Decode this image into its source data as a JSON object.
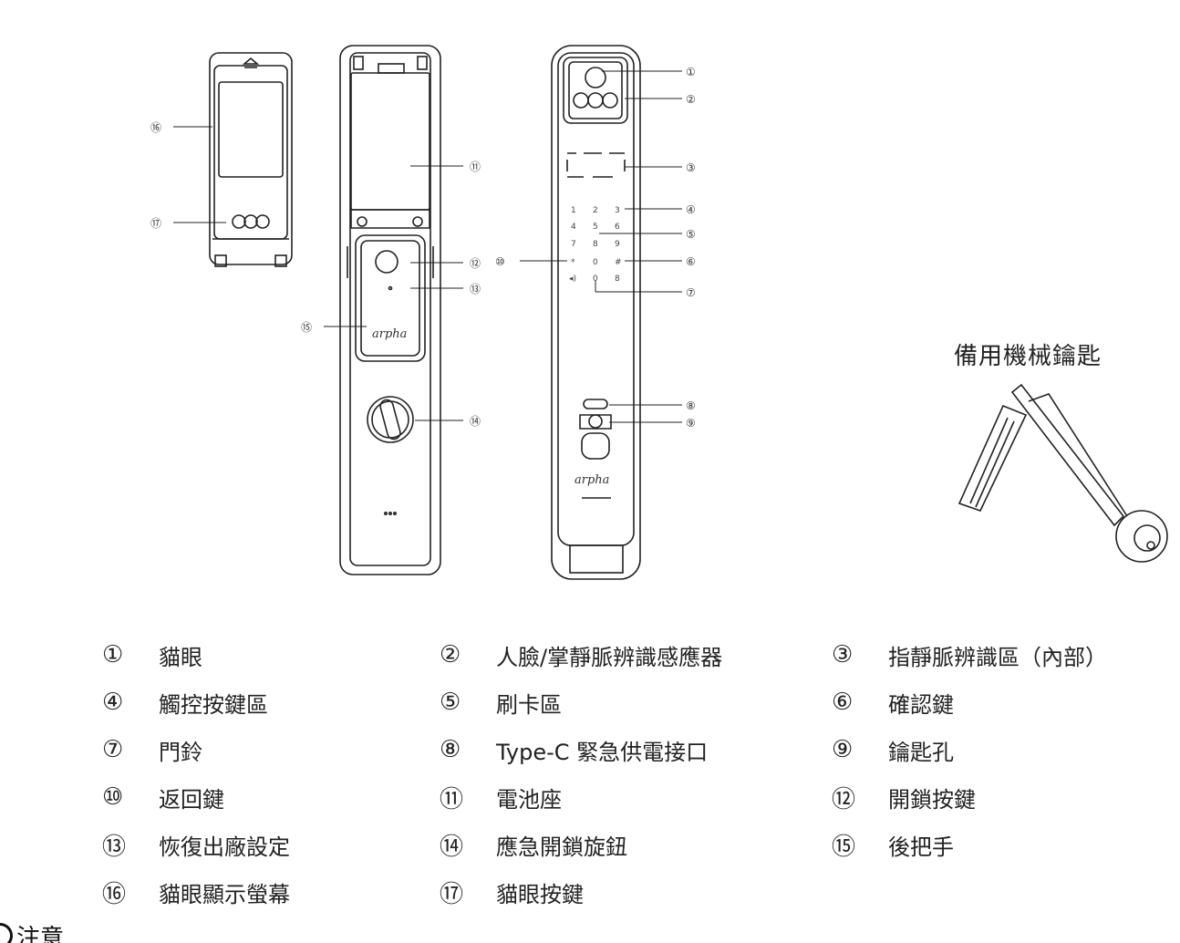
{
  "markers": [
    "①",
    "②",
    "③",
    "④",
    "⑤",
    "⑥",
    "⑦",
    "⑧",
    "⑨",
    "⑩",
    "⑪",
    "⑫",
    "⑬",
    "⑭",
    "⑮",
    "⑯",
    "⑰"
  ],
  "keypad": [
    "1",
    "2",
    "3",
    "4",
    "5",
    "6",
    "7",
    "8",
    "9",
    "*",
    "0",
    "#",
    "◂)",
    "0",
    "8"
  ],
  "brand": "arpha",
  "spare_key_label": "備用機械鑰匙",
  "legend": [
    [
      {
        "num": "①",
        "text": "貓眼"
      },
      {
        "num": "②",
        "text": "人臉/掌靜脈辨識感應器"
      },
      {
        "num": "③",
        "text": "指靜脈辨識區（內部）"
      }
    ],
    [
      {
        "num": "④",
        "text": "觸控按鍵區"
      },
      {
        "num": "⑤",
        "text": "刷卡區"
      },
      {
        "num": "⑥",
        "text": "確認鍵"
      }
    ],
    [
      {
        "num": "⑦",
        "text": "門鈴"
      },
      {
        "num": "⑧",
        "text": "Type-C 緊急供電接口"
      },
      {
        "num": "⑨",
        "text": "鑰匙孔"
      }
    ],
    [
      {
        "num": "⑩",
        "text": "返回鍵"
      },
      {
        "num": "⑪",
        "text": "電池座"
      },
      {
        "num": "⑫",
        "text": "開鎖按鍵"
      }
    ],
    [
      {
        "num": "⑬",
        "text": "恢復出廠設定"
      },
      {
        "num": "⑭",
        "text": "應急開鎖旋鈕"
      },
      {
        "num": "⑮",
        "text": "後把手"
      }
    ],
    [
      {
        "num": "⑯",
        "text": "貓眼顯示螢幕"
      },
      {
        "num": "⑰",
        "text": "貓眼按鍵"
      }
    ]
  ],
  "footer_fragment": "注意"
}
